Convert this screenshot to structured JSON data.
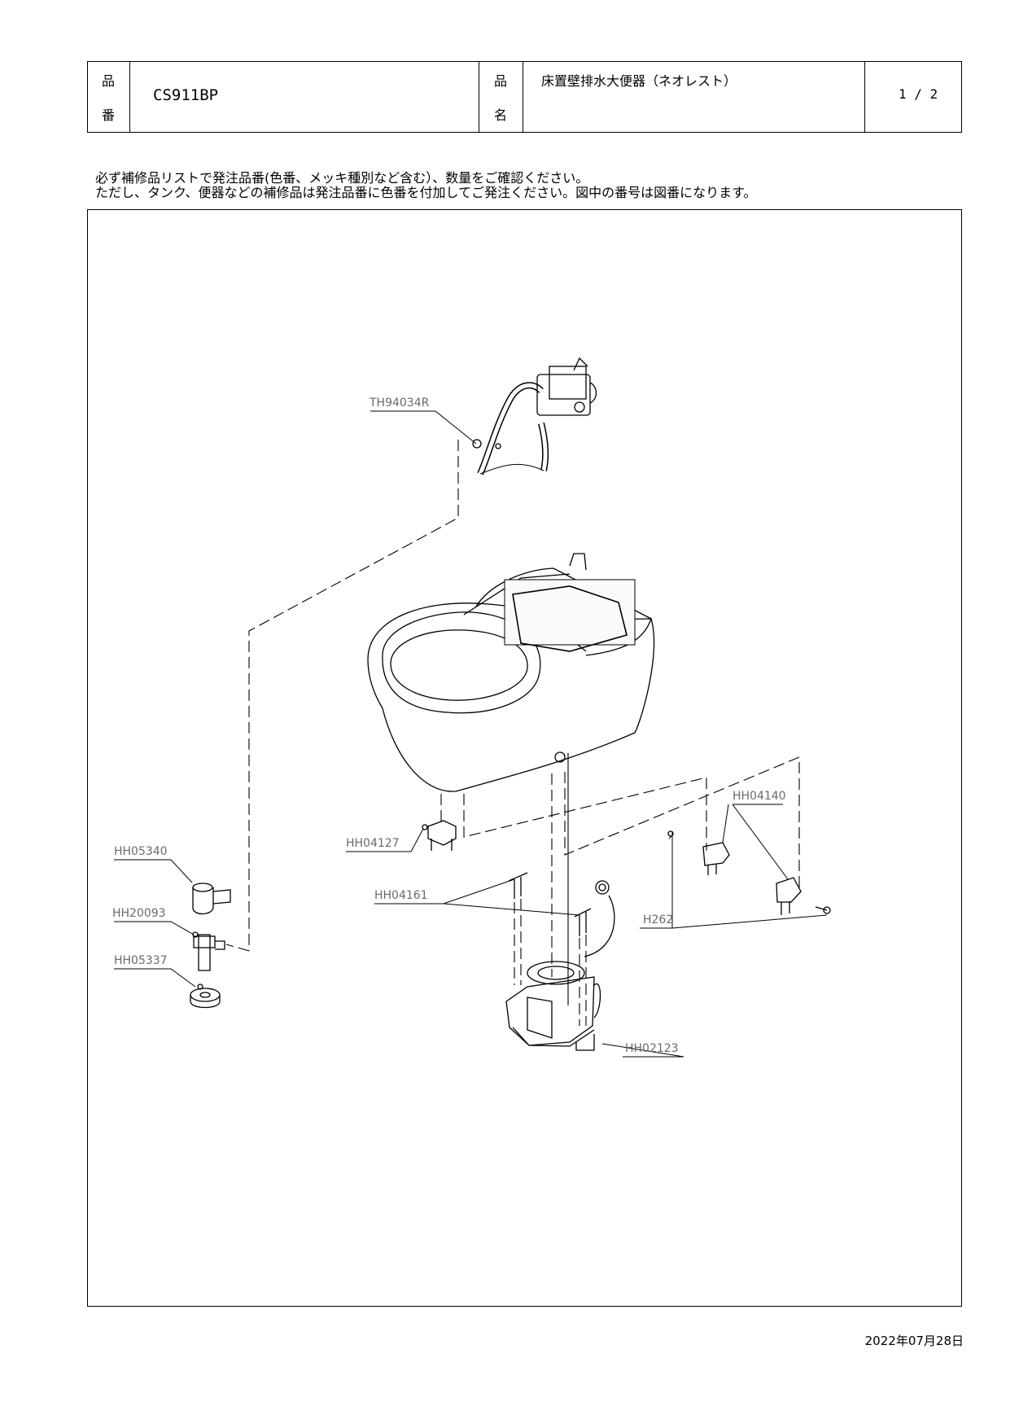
{
  "header": {
    "product_number_label": [
      "品",
      "番"
    ],
    "product_number": "CS911BP",
    "product_name_label": [
      "品",
      "名"
    ],
    "product_name": "床置壁排水大便器（ネオレスト）",
    "page": "1 / 2"
  },
  "notice": {
    "line1": "必ず補修品リストで発注品番(色番、メッキ種別など含む）、数量をご確認ください。",
    "line2": "ただし、タンク、便器などの補修品は発注品番に色番を付加してご発注ください。図中の番号は図番になります。"
  },
  "parts": {
    "th94034r": "TH94034R",
    "hh05340": "HH05340",
    "hh20093": "HH20093",
    "hh05337": "HH05337",
    "hh04127": "HH04127",
    "hh04161": "HH04161",
    "hh04140": "HH04140",
    "h262": "H262",
    "hh02123": "HH02123"
  },
  "footer": {
    "date": "2022年07月28日"
  }
}
